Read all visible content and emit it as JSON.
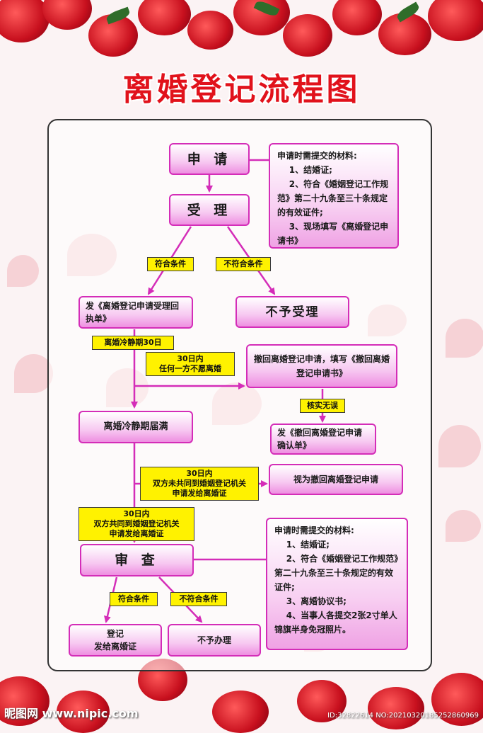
{
  "title": "离婚登记流程图",
  "nodes": {
    "apply": "申  请",
    "accept": "受  理",
    "receipt": "发《离婚登记申请受理回执单》",
    "reject": "不予受理",
    "withdraw": "撤回离婚登记申请，填写《撤回离婚登记申请书》",
    "confirm": "发《撤回离婚登记申请确认单》",
    "cooling_end": "离婚冷静期届满",
    "deemed_withdraw": "视为撤回离婚登记申请",
    "review": "审  查",
    "register": "登记\n发给离婚证",
    "refuse": "不予办理"
  },
  "labels": {
    "qualify_1": "符合条件",
    "not_qualify_1": "不符合条件",
    "cooling": "离婚冷静期30日",
    "within_30_any": "30日内\n任何一方不愿离婚",
    "verify": "核实无误",
    "within_30_not_joint": "30日内\n双方未共同到婚姻登记机关\n申请发给离婚证",
    "within_30_joint": "30日内\n双方共同到婚姻登记机关\n申请发给离婚证",
    "qualify_2": "符合条件",
    "not_qualify_2": "不符合条件"
  },
  "notes": {
    "materials_1": {
      "heading": "申请时需提交的材料:",
      "lines": [
        "    1、结婚证;",
        "    2、符合《婚姻登记工作规范》第二十九条至三十条规定的有效证件;",
        "    3、现场填写《离婚登记申请书》"
      ]
    },
    "materials_2": {
      "heading": "申请时需提交的材料:",
      "lines": [
        "    1、结婚证;",
        "    2、符合《婚姻登记工作规范》第二十九条至三十条规定的有效证件;",
        "    3、离婚协议书;",
        "    4、当事人各提交2张2寸单人锦旗半身免冠照片。"
      ]
    }
  },
  "watermark": {
    "left": "昵图网 www.nipic.com",
    "right": "ID:32822614 NO:20210320185252860969"
  },
  "colors": {
    "title": "#e1121b",
    "box_border": "#d42db8",
    "arrow": "#d42db8",
    "label_bg": "#fff200"
  }
}
